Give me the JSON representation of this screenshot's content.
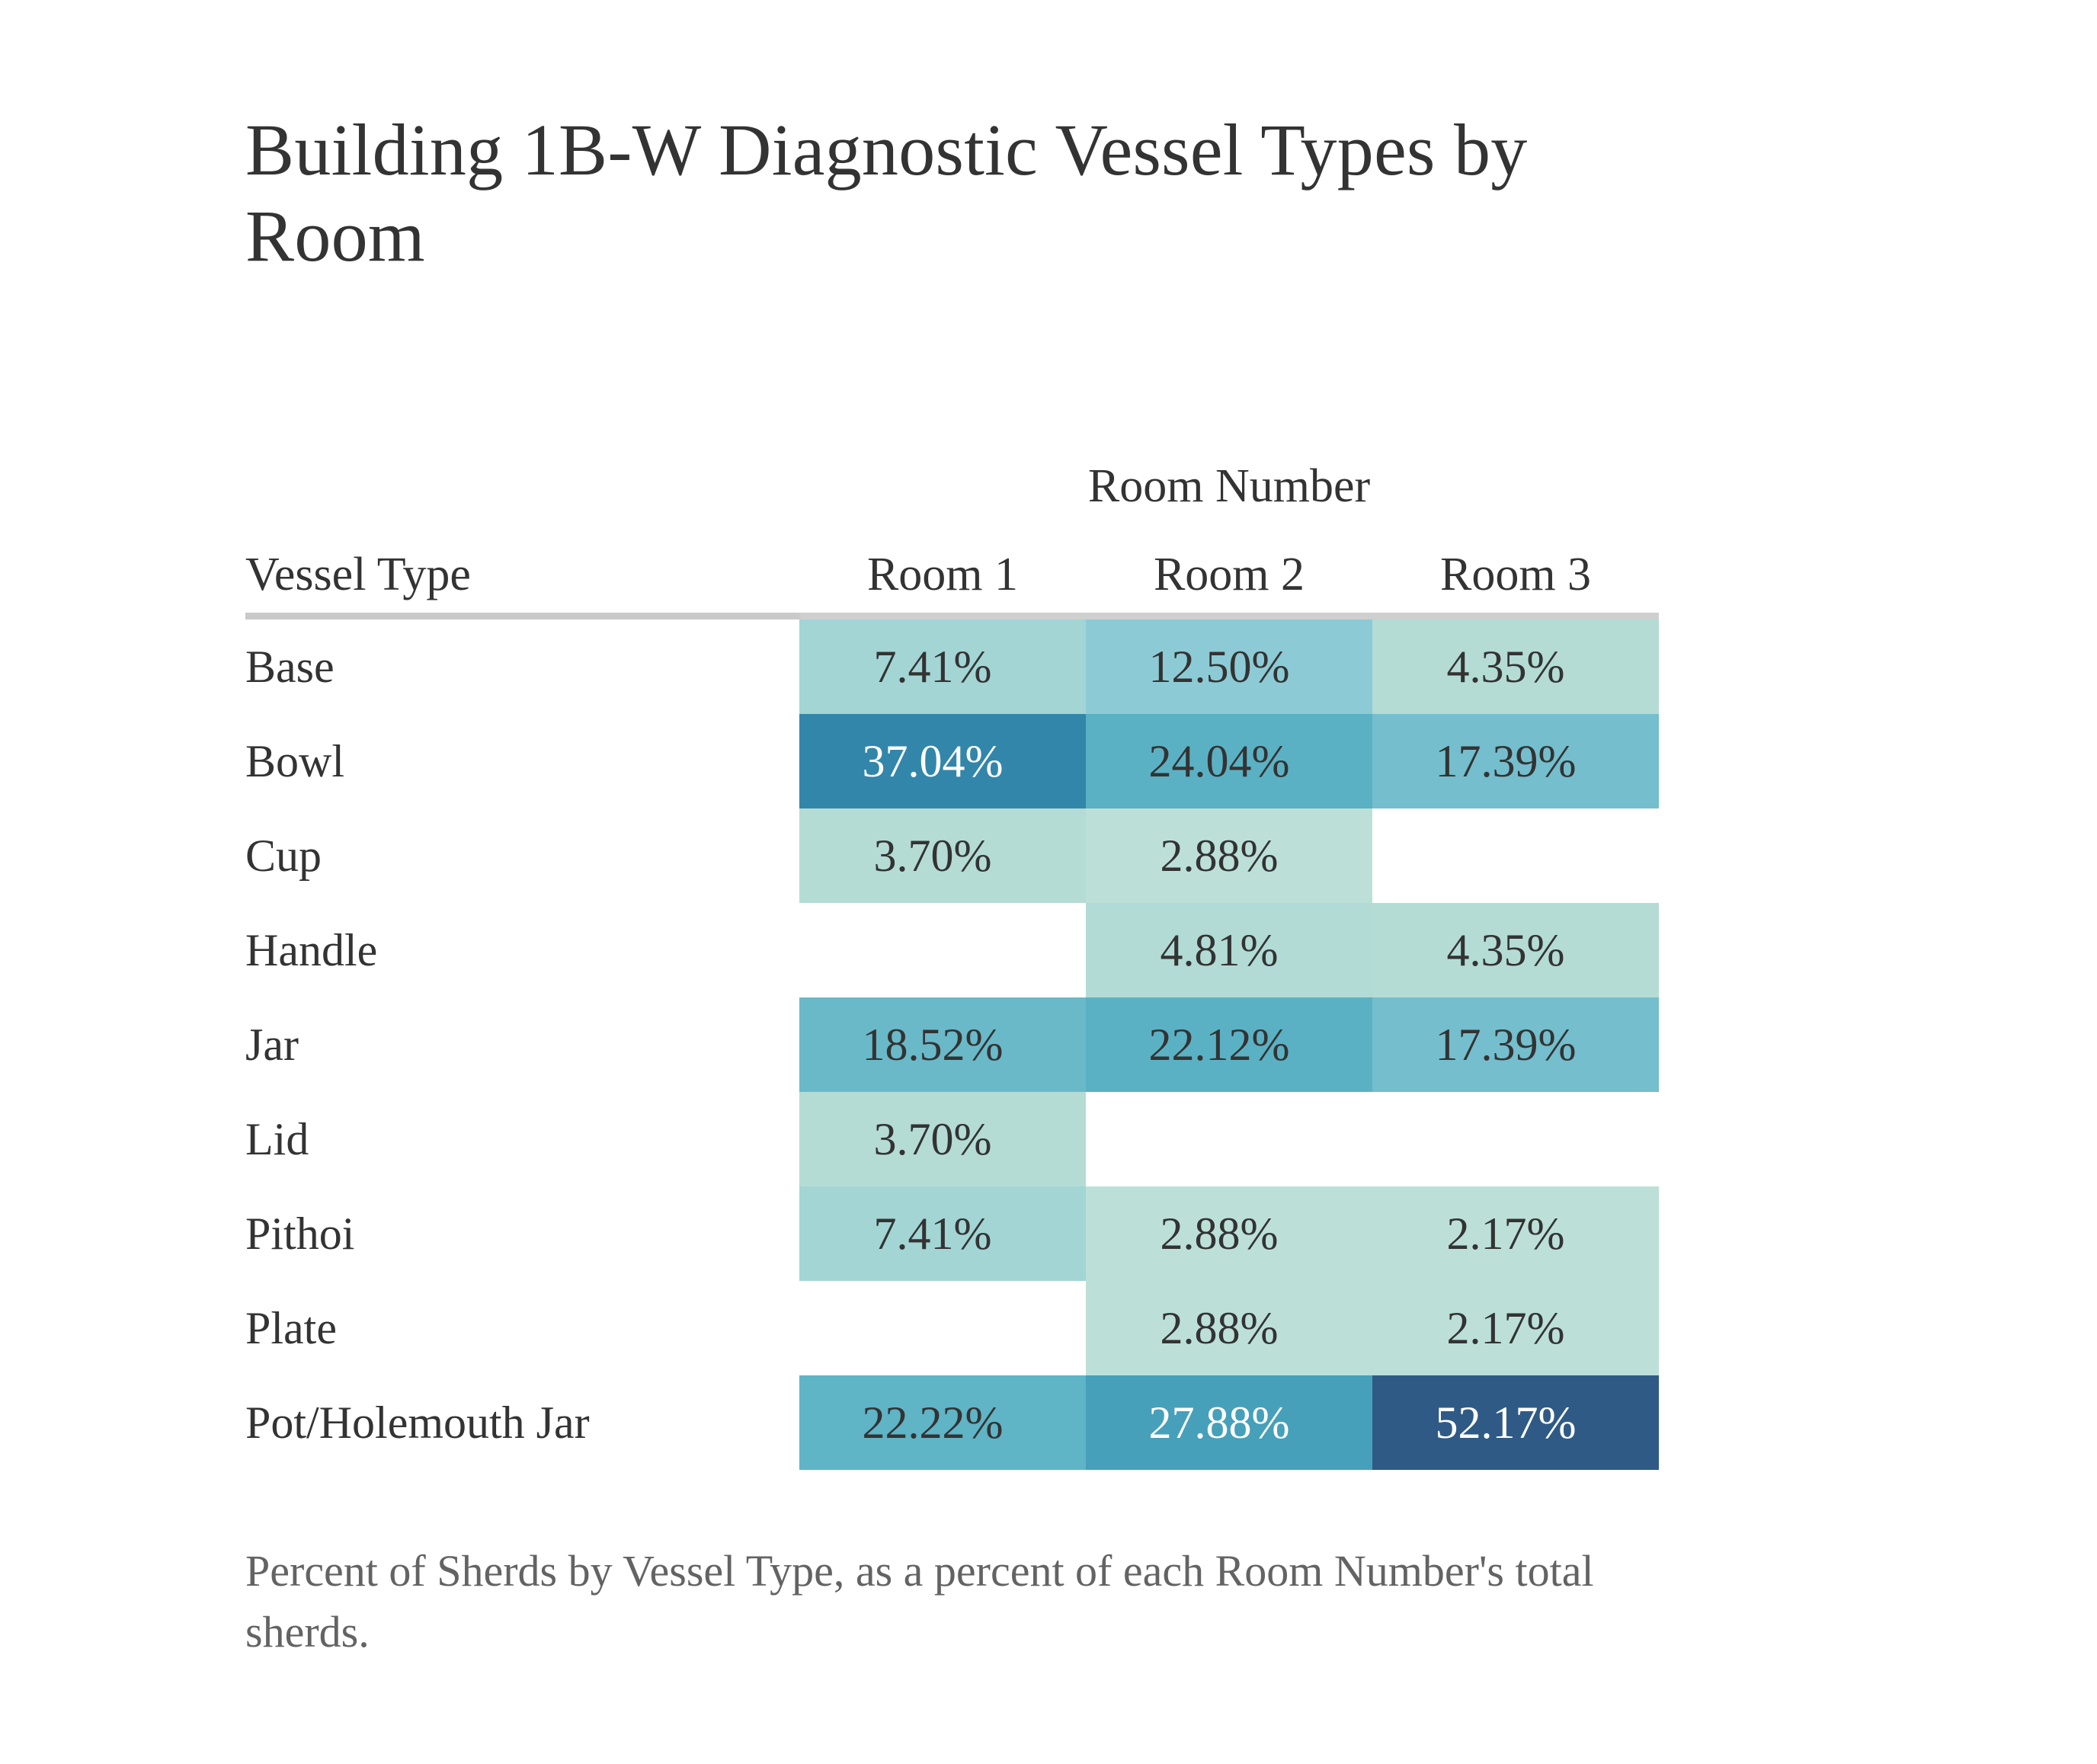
{
  "title": "Building 1B-W Diagnostic Vessel Types by Room",
  "caption": "Percent of Sherds by Vessel Type, as a percent of each Room Number's total sherds.",
  "header": {
    "super_label": "Room Number",
    "row_header": "Vessel Type",
    "columns": [
      "Room 1",
      "Room 2",
      "Room 3"
    ]
  },
  "colors": {
    "navy": "#2F5A85",
    "dark_blue": "#3286AA",
    "mid_blue": "#46A0BA",
    "blue": "#5BB1C4",
    "light_blue": "#74BECD",
    "pale_blue": "#8CCBD6",
    "teal": "#A3D5D5",
    "pale_teal": "#BCE0D8",
    "rule": "#CFCFCF",
    "text_dark": "#333333",
    "text_light": "#FFFFFF",
    "caption": "#636363"
  },
  "chart_data": {
    "type": "heatmap",
    "title": "Building 1B-W Diagnostic Vessel Types by Room",
    "subtitle": "Percent of Sherds by Vessel Type, as a percent of each Room Number's total sherds.",
    "xlabel": "Room Number",
    "ylabel": "Vessel Type",
    "categories": [
      "Room 1",
      "Room 2",
      "Room 3"
    ],
    "rows": [
      "Base",
      "Bowl",
      "Cup",
      "Handle",
      "Jar",
      "Lid",
      "Pithoi",
      "Plate",
      "Pot/Holemouth Jar"
    ],
    "units": "percent",
    "values": [
      [
        7.41,
        12.5,
        4.35
      ],
      [
        37.04,
        24.04,
        17.39
      ],
      [
        3.7,
        2.88,
        null
      ],
      [
        null,
        4.81,
        4.35
      ],
      [
        18.52,
        22.12,
        17.39
      ],
      [
        3.7,
        null,
        null
      ],
      [
        7.41,
        2.88,
        2.17
      ],
      [
        null,
        2.88,
        2.17
      ],
      [
        22.22,
        27.88,
        52.17
      ]
    ]
  },
  "table": {
    "rows": [
      {
        "label": "Base",
        "cells": [
          {
            "text": "7.41%",
            "bg": "#A3D5D5",
            "fg": "#333333"
          },
          {
            "text": "12.50%",
            "bg": "#8CCBD6",
            "fg": "#333333"
          },
          {
            "text": "4.35%",
            "bg": "#B4DCD5",
            "fg": "#333333"
          }
        ]
      },
      {
        "label": "Bowl",
        "cells": [
          {
            "text": "37.04%",
            "bg": "#3286AA",
            "fg": "#FFFFFF"
          },
          {
            "text": "24.04%",
            "bg": "#5BB1C4",
            "fg": "#333333"
          },
          {
            "text": "17.39%",
            "bg": "#74BECD",
            "fg": "#333333"
          }
        ]
      },
      {
        "label": "Cup",
        "cells": [
          {
            "text": "3.70%",
            "bg": "#B4DCD5",
            "fg": "#333333"
          },
          {
            "text": "2.88%",
            "bg": "#BCE0D8",
            "fg": "#333333"
          },
          {
            "text": "",
            "bg": "",
            "fg": ""
          }
        ]
      },
      {
        "label": "Handle",
        "cells": [
          {
            "text": "",
            "bg": "",
            "fg": ""
          },
          {
            "text": "4.81%",
            "bg": "#B2DBD5",
            "fg": "#333333"
          },
          {
            "text": "4.35%",
            "bg": "#B4DCD5",
            "fg": "#333333"
          }
        ]
      },
      {
        "label": "Jar",
        "cells": [
          {
            "text": "18.52%",
            "bg": "#69B9C9",
            "fg": "#333333"
          },
          {
            "text": "22.12%",
            "bg": "#5BB1C4",
            "fg": "#333333"
          },
          {
            "text": "17.39%",
            "bg": "#74BECD",
            "fg": "#333333"
          }
        ]
      },
      {
        "label": "Lid",
        "cells": [
          {
            "text": "3.70%",
            "bg": "#B4DCD5",
            "fg": "#333333"
          },
          {
            "text": "",
            "bg": "",
            "fg": ""
          },
          {
            "text": "",
            "bg": "",
            "fg": ""
          }
        ]
      },
      {
        "label": "Pithoi",
        "cells": [
          {
            "text": "7.41%",
            "bg": "#A3D5D5",
            "fg": "#333333"
          },
          {
            "text": "2.88%",
            "bg": "#BCE0D8",
            "fg": "#333333"
          },
          {
            "text": "2.17%",
            "bg": "#BCE0D8",
            "fg": "#333333"
          }
        ]
      },
      {
        "label": "Plate",
        "cells": [
          {
            "text": "",
            "bg": "",
            "fg": ""
          },
          {
            "text": "2.88%",
            "bg": "#BCE0D8",
            "fg": "#333333"
          },
          {
            "text": "2.17%",
            "bg": "#BCE0D8",
            "fg": "#333333"
          }
        ]
      },
      {
        "label": "Pot/Holemouth Jar",
        "cells": [
          {
            "text": "22.22%",
            "bg": "#5FB4C6",
            "fg": "#333333"
          },
          {
            "text": "27.88%",
            "bg": "#46A0BA",
            "fg": "#FFFFFF"
          },
          {
            "text": "52.17%",
            "bg": "#2F5A85",
            "fg": "#FFFFFF"
          }
        ]
      }
    ]
  }
}
